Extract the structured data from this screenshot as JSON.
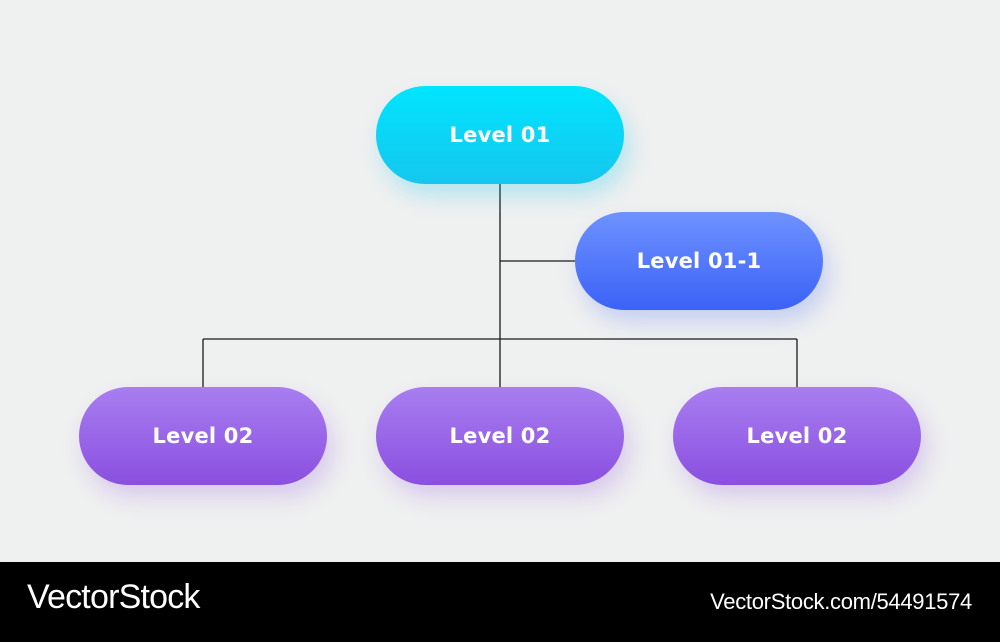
{
  "diagram": {
    "root": {
      "label": "Level 01",
      "color_top": "#00e5ff",
      "color_bottom": "#16c6ee"
    },
    "sub": {
      "label": "Level 01-1",
      "color_top": "#6f92ff",
      "color_bottom": "#3b62f7"
    },
    "children": [
      {
        "label": "Level 02",
        "color_top": "#a87ef0",
        "color_bottom": "#8a4fe0"
      },
      {
        "label": "Level 02",
        "color_top": "#a87ef0",
        "color_bottom": "#8a4fe0"
      },
      {
        "label": "Level 02",
        "color_top": "#a87ef0",
        "color_bottom": "#8a4fe0"
      }
    ],
    "connector_color": "#1a1a1a",
    "background": "#eff0f0"
  },
  "footer": {
    "logo": "VectorStock",
    "id_text": "VectorStock.com/54491574"
  }
}
